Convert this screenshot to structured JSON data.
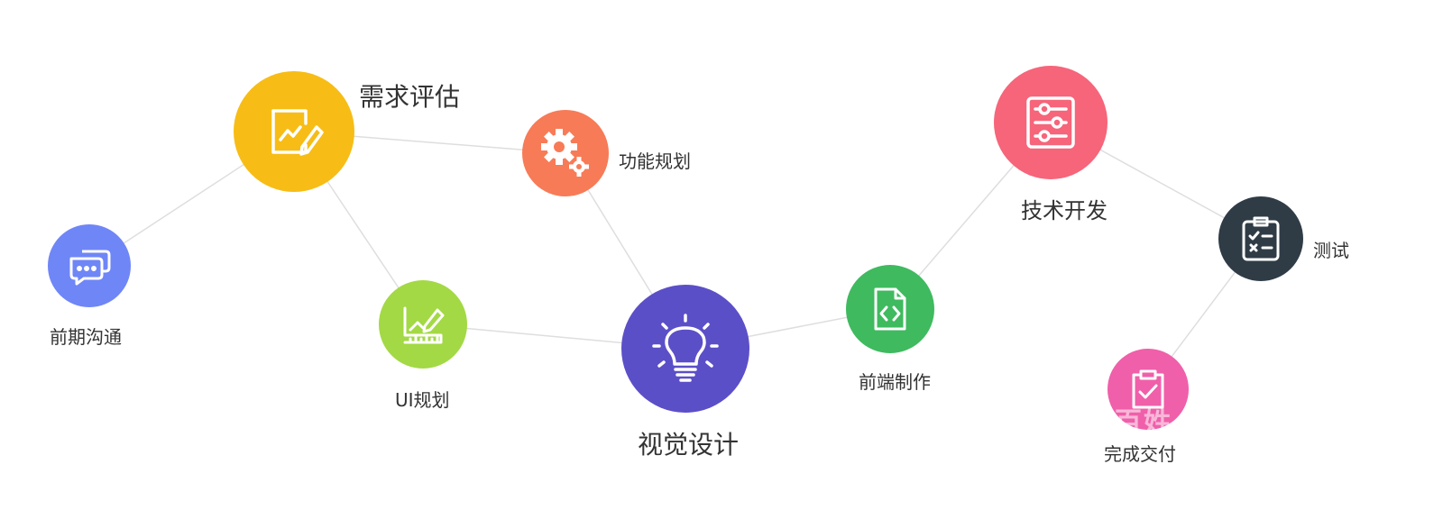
{
  "nodes": [
    {
      "id": "demand",
      "label": "需求评估",
      "color": "#f7bd16",
      "icon": "chart-edit-icon"
    },
    {
      "id": "function",
      "label": "功能规划",
      "color": "#f77b57",
      "icon": "gears-icon"
    },
    {
      "id": "communication",
      "label": "前期沟通",
      "color": "#6f86f7",
      "icon": "chat-bubbles-icon"
    },
    {
      "id": "ui",
      "label": "UI规划",
      "color": "#a3d944",
      "icon": "ruler-pencil-icon"
    },
    {
      "id": "visual",
      "label": "视觉设计",
      "color": "#5b4fc8",
      "icon": "lightbulb-icon"
    },
    {
      "id": "frontend",
      "label": "前端制作",
      "color": "#3fba5f",
      "icon": "code-file-icon"
    },
    {
      "id": "tech",
      "label": "技术开发",
      "color": "#f6657a",
      "icon": "sliders-icon"
    },
    {
      "id": "test",
      "label": "测试",
      "color": "#2f3c46",
      "icon": "checklist-icon"
    },
    {
      "id": "delivery",
      "label": "完成交付",
      "color": "#f05faa",
      "icon": "clipboard-check-icon"
    }
  ],
  "edge_color": "#dedede",
  "watermark": "百姓"
}
